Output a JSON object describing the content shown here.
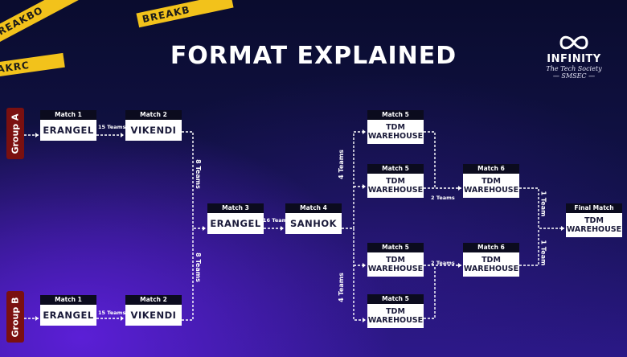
{
  "title": "FORMAT EXPLAINED",
  "caution_tape": [
    "BREAKBO",
    "BREAKB",
    "AKRC"
  ],
  "logo": {
    "name": "INFINITY",
    "tagline": "The Tech Society",
    "sub": "— SMSEC —"
  },
  "groups": [
    {
      "id": "group_a",
      "label": "Group A"
    },
    {
      "id": "group_b",
      "label": "Group B"
    }
  ],
  "nodes": [
    {
      "id": "a1",
      "match": "Match 1",
      "map": "ERANGEL"
    },
    {
      "id": "a2",
      "match": "Match 2",
      "map": "VIKENDI"
    },
    {
      "id": "b1",
      "match": "Match 1",
      "map": "ERANGEL"
    },
    {
      "id": "b2",
      "match": "Match 2",
      "map": "VIKENDI"
    },
    {
      "id": "m3",
      "match": "Match 3",
      "map": "ERANGEL"
    },
    {
      "id": "m4",
      "match": "Match 4",
      "map": "SANHOK"
    },
    {
      "id": "m5a",
      "match": "Match 5",
      "map": [
        "TDM",
        "WAREHOUSE"
      ]
    },
    {
      "id": "m5b",
      "match": "Match 5",
      "map": [
        "TDM",
        "WAREHOUSE"
      ]
    },
    {
      "id": "m5c",
      "match": "Match 5",
      "map": [
        "TDM",
        "WAREHOUSE"
      ]
    },
    {
      "id": "m5d",
      "match": "Match 5",
      "map": [
        "TDM",
        "WAREHOUSE"
      ]
    },
    {
      "id": "m6a",
      "match": "Match 6",
      "map": [
        "TDM",
        "WAREHOUSE"
      ]
    },
    {
      "id": "m6b",
      "match": "Match 6",
      "map": [
        "TDM",
        "WAREHOUSE"
      ]
    },
    {
      "id": "final",
      "match": "Final Match",
      "map": [
        "TDM",
        "WAREHOUSE"
      ]
    }
  ],
  "edge_labels": {
    "a_15": "15 Teams",
    "b_15": "15 Teams",
    "m3_16": "16 Teams",
    "a_8": "8 Teams",
    "b_8": "8 Teams",
    "top_4": "4 Teams",
    "bot_4": "4 Teams",
    "top_2": "2 Teams",
    "bot_2": "2 Teams",
    "top_1": "1 Team",
    "bot_1": "1 Team"
  },
  "colors": {
    "tape": "#f2c21b",
    "group_tab": "#7a1010",
    "node_header": "#0b0b1e",
    "node_body": "#ffffff",
    "wire": "#ffffff"
  }
}
